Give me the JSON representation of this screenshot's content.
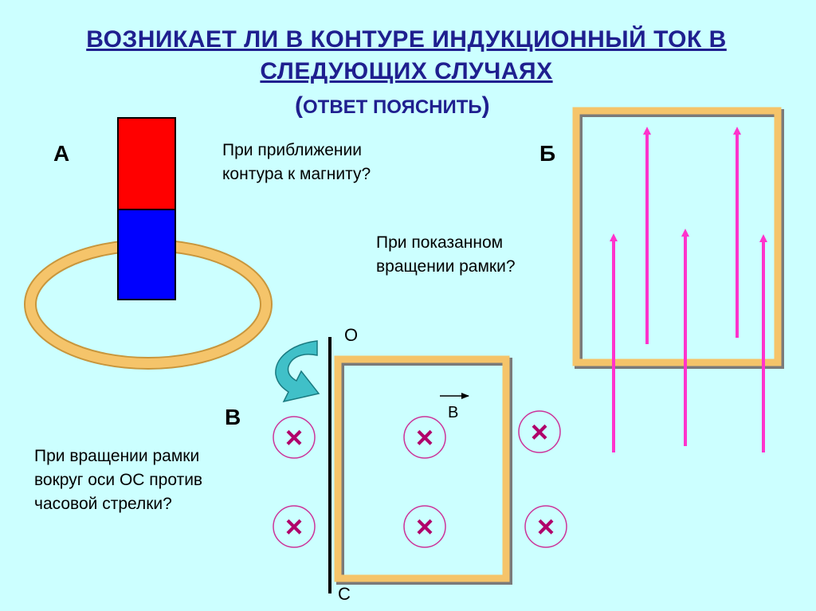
{
  "title": {
    "line1": "ВОЗНИКАЕТ ЛИ В КОНТУРЕ  ИНДУКЦИОННЫЙ ТОК В",
    "line2": "СЛЕДУЮЩИХ СЛУЧАЯХ",
    "subtitle_open": "(",
    "subtitle_text": "ОТВЕТ ПОЯСНИТЬ",
    "subtitle_close": ")"
  },
  "case_a": {
    "letter": "А",
    "question_l1": "При приближении",
    "question_l2": "контура к магниту?"
  },
  "case_b": {
    "letter": "Б",
    "question_l1": "При показанном",
    "question_l2": "вращении рамки?"
  },
  "case_v": {
    "letter": "В",
    "question_l1": "При вращении  рамки",
    "question_l2": "вокруг оси ОС  против",
    "question_l3": "часовой стрелки?",
    "axis_top": "О",
    "axis_bottom": "С",
    "field_label": "В",
    "cross_symbol": "×"
  },
  "colors": {
    "background": "#ccffff",
    "title": "#1f1f8f",
    "magnet_north": "#ff0000",
    "magnet_south": "#0000ff",
    "frame": "#f5c46a",
    "field_lines": "#ff33cc",
    "crosses": "#b0006a",
    "rotation_arrow": "#40c0c8"
  }
}
